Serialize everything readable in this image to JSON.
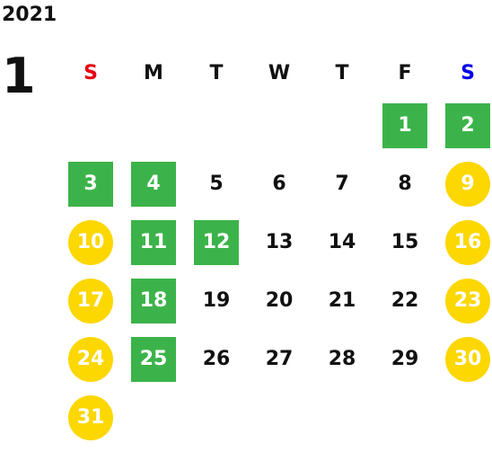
{
  "year": "2021",
  "month": "1",
  "weekdays": [
    {
      "label": "S",
      "type": "sun"
    },
    {
      "label": "M",
      "type": ""
    },
    {
      "label": "T",
      "type": ""
    },
    {
      "label": "W",
      "type": ""
    },
    {
      "label": "T",
      "type": ""
    },
    {
      "label": "F",
      "type": ""
    },
    {
      "label": "S",
      "type": "sat"
    }
  ],
  "colors": {
    "green": "#3cb34a",
    "yellow": "#fcd700",
    "sunday": "#e60012",
    "saturday": "#0000e6"
  },
  "weeks": [
    [
      null,
      null,
      null,
      null,
      null,
      {
        "day": "1",
        "style": "workday"
      },
      {
        "day": "2",
        "style": "workday"
      }
    ],
    [
      {
        "day": "3",
        "style": "workday"
      },
      {
        "day": "4",
        "style": "workday"
      },
      {
        "day": "5",
        "style": "plain"
      },
      {
        "day": "6",
        "style": "plain"
      },
      {
        "day": "7",
        "style": "plain"
      },
      {
        "day": "8",
        "style": "plain"
      },
      {
        "day": "9",
        "style": "weekend"
      }
    ],
    [
      {
        "day": "10",
        "style": "weekend"
      },
      {
        "day": "11",
        "style": "workday"
      },
      {
        "day": "12",
        "style": "workday"
      },
      {
        "day": "13",
        "style": "plain"
      },
      {
        "day": "14",
        "style": "plain"
      },
      {
        "day": "15",
        "style": "plain"
      },
      {
        "day": "16",
        "style": "weekend"
      }
    ],
    [
      {
        "day": "17",
        "style": "weekend"
      },
      {
        "day": "18",
        "style": "workday"
      },
      {
        "day": "19",
        "style": "plain"
      },
      {
        "day": "20",
        "style": "plain"
      },
      {
        "day": "21",
        "style": "plain"
      },
      {
        "day": "22",
        "style": "plain"
      },
      {
        "day": "23",
        "style": "weekend"
      }
    ],
    [
      {
        "day": "24",
        "style": "weekend"
      },
      {
        "day": "25",
        "style": "workday"
      },
      {
        "day": "26",
        "style": "plain"
      },
      {
        "day": "27",
        "style": "plain"
      },
      {
        "day": "28",
        "style": "plain"
      },
      {
        "day": "29",
        "style": "plain"
      },
      {
        "day": "30",
        "style": "weekend"
      }
    ],
    [
      {
        "day": "31",
        "style": "weekend"
      },
      null,
      null,
      null,
      null,
      null,
      null
    ]
  ]
}
